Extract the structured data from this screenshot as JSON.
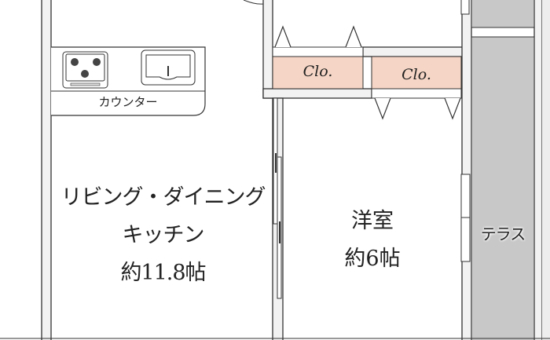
{
  "rooms": {
    "ldk": {
      "name_line1": "リビング・ダイニング",
      "name_line2": "キッチン",
      "size": "約11.8帖"
    },
    "western": {
      "name": "洋室",
      "size": "約6帖"
    },
    "terrace": {
      "name": "テラス"
    }
  },
  "fixtures": {
    "counter": "カウンター",
    "closet1": "Clo.",
    "closet2": "Clo."
  },
  "colors": {
    "closet": "#f5d5c5",
    "terrace": "#c8c8c8",
    "wall": "#f2f2f2",
    "line": "#333333"
  }
}
